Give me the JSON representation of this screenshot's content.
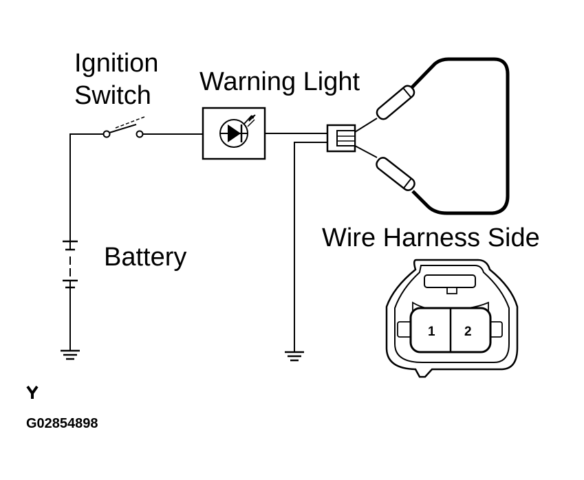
{
  "labels": {
    "ignition_switch_line1": "Ignition",
    "ignition_switch_line2": "Switch",
    "warning_light": "Warning Light",
    "battery": "Battery",
    "wire_harness_side": "Wire Harness Side",
    "figure_code": "G02854898",
    "marker": "Y"
  },
  "connector": {
    "pins": [
      "1",
      "2"
    ]
  }
}
